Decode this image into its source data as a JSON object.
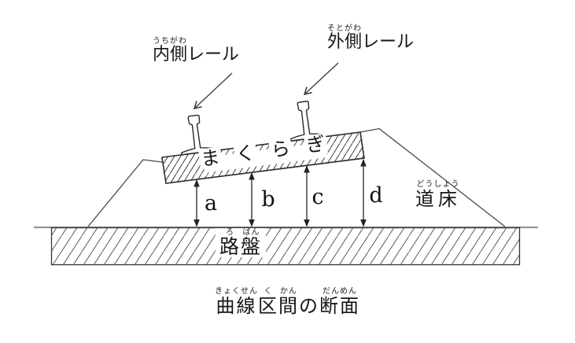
{
  "labels": {
    "inner_rail": {
      "segments": [
        {
          "base": "内側",
          "ruby": "うちがわ"
        },
        {
          "base": "レール"
        }
      ]
    },
    "outer_rail": {
      "segments": [
        {
          "base": "外側",
          "ruby": "そとがわ"
        },
        {
          "base": "レール"
        }
      ]
    },
    "sleeper_chars": [
      "ま",
      "く",
      "ら",
      "ぎ"
    ],
    "ballast": {
      "base": "道床",
      "ruby": "どうしょう"
    },
    "roadbed": {
      "segments": [
        {
          "base": "路",
          "ruby": "ろ"
        },
        {
          "base": "盤",
          "ruby": "ばん"
        }
      ]
    }
  },
  "measures": [
    {
      "label": "a"
    },
    {
      "label": "b"
    },
    {
      "label": "c"
    },
    {
      "label": "d"
    }
  ],
  "caption": {
    "segments": [
      {
        "base": "曲線",
        "ruby": "きょくせん"
      },
      {
        "base": "区",
        "ruby": "く"
      },
      {
        "base": "間",
        "ruby": "かん"
      },
      {
        "base": "の"
      },
      {
        "base": "断面",
        "ruby": "だんめん"
      }
    ]
  },
  "colors": {
    "line": "#2a2a2a",
    "bank_line": "#4a4a4a",
    "ground_line": "#949494",
    "hatch": "#4a4a4a",
    "text": "#111111",
    "background": "#ffffff"
  }
}
